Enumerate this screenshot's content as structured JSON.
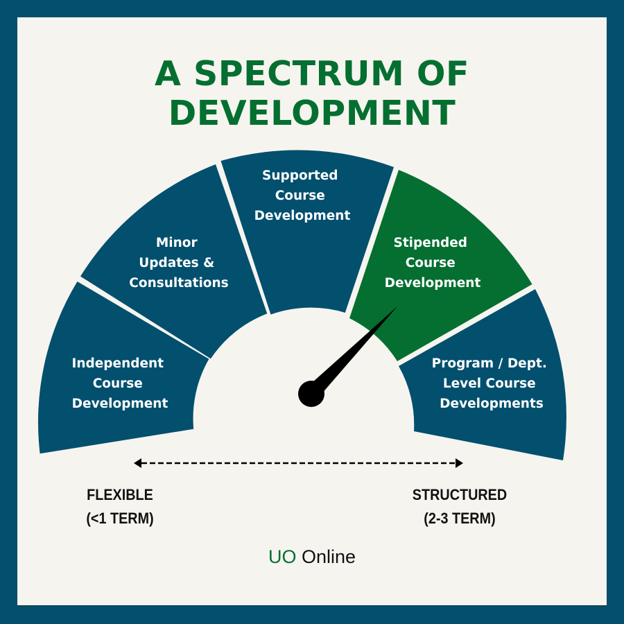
{
  "title": {
    "line1": "A SPECTRUM OF",
    "line2": "DEVELOPMENT"
  },
  "colors": {
    "frame": "#024f6e",
    "background": "#f6f4ef",
    "segment_blue": "#024f6e",
    "segment_green": "#046f30",
    "title_green": "#046f30",
    "needle": "#000000"
  },
  "gauge": {
    "segments": [
      {
        "lines": [
          "Independent",
          "Course",
          "Development"
        ],
        "color": "#024f6e",
        "highlighted": false
      },
      {
        "lines": [
          "Minor",
          "Updates &",
          "Consultations"
        ],
        "color": "#024f6e",
        "highlighted": false
      },
      {
        "lines": [
          "Supported",
          "Course",
          "Development"
        ],
        "color": "#024f6e",
        "highlighted": false
      },
      {
        "lines": [
          "Stipended",
          "Course",
          "Development"
        ],
        "color": "#046f30",
        "highlighted": true
      },
      {
        "lines": [
          "Program / Dept.",
          "Level Course",
          "Developments"
        ],
        "color": "#024f6e",
        "highlighted": false
      }
    ],
    "needle_points_to": "Stipended Course Development"
  },
  "axis": {
    "arrow": "bidirectional-dashed-arrow",
    "left": {
      "label": "FLEXIBLE",
      "sub": "(<1 TERM)"
    },
    "right": {
      "label": "STRUCTURED",
      "sub": "(2-3 TERM)"
    }
  },
  "brand": {
    "uo": "UO",
    "online": "Online"
  }
}
